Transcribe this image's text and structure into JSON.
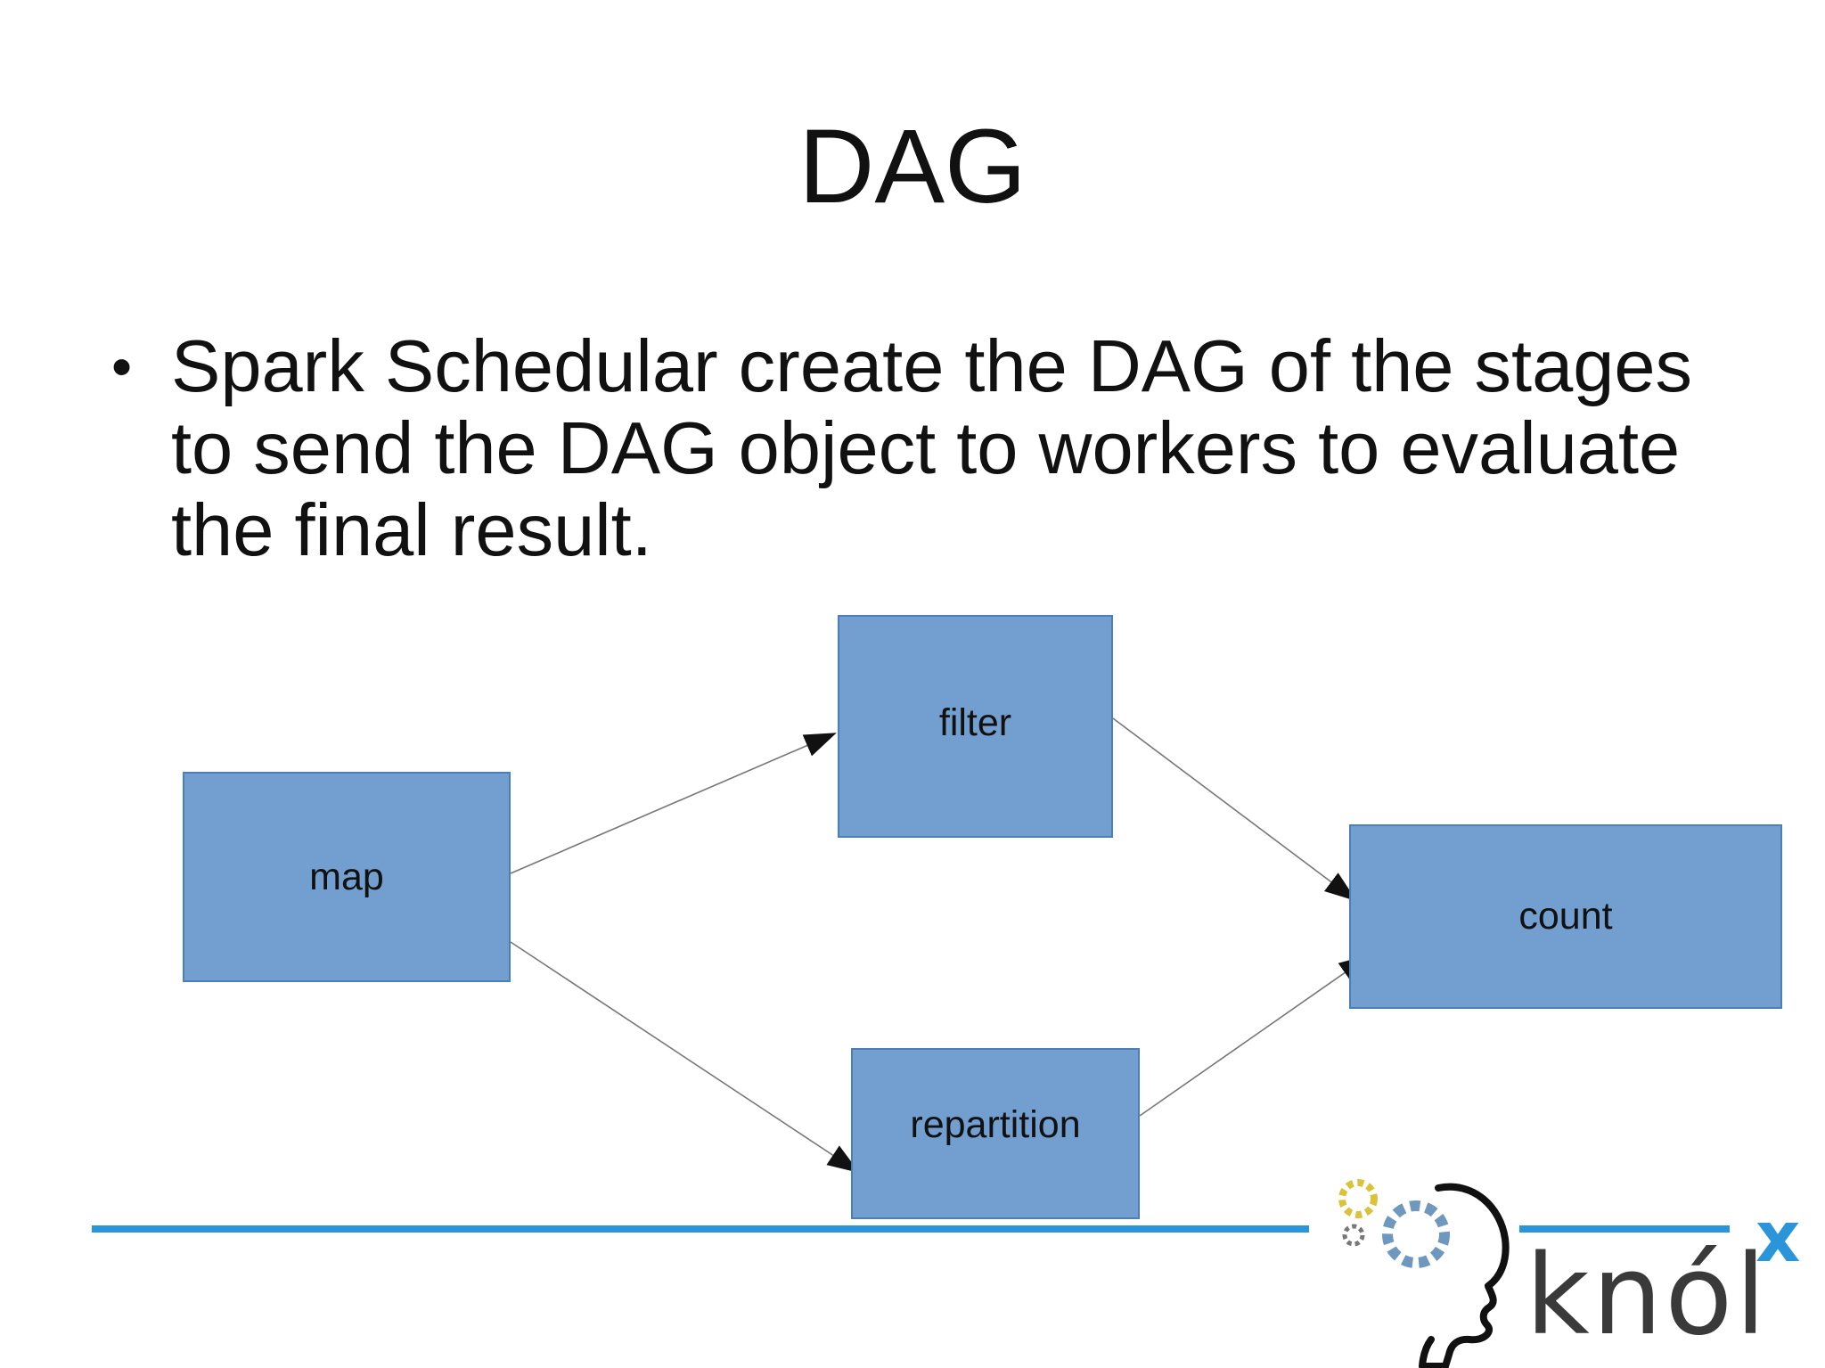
{
  "slide": {
    "title": "DAG",
    "bullets": [
      "Spark Schedular create the DAG of the stages to send the DAG object to workers to evaluate the final result."
    ],
    "bullet_symbol": "•"
  },
  "diagram": {
    "nodes": {
      "map": "map",
      "filter": "filter",
      "repartition": "repartition",
      "count": "count"
    },
    "edges": [
      {
        "from": "map",
        "to": "filter"
      },
      {
        "from": "map",
        "to": "repartition"
      },
      {
        "from": "filter",
        "to": "count"
      },
      {
        "from": "repartition",
        "to": "count"
      }
    ],
    "node_color": "#729fcf"
  },
  "footer": {
    "logo_text": "knól",
    "logo_superscript": "x",
    "accent_color": "#2a95da"
  }
}
